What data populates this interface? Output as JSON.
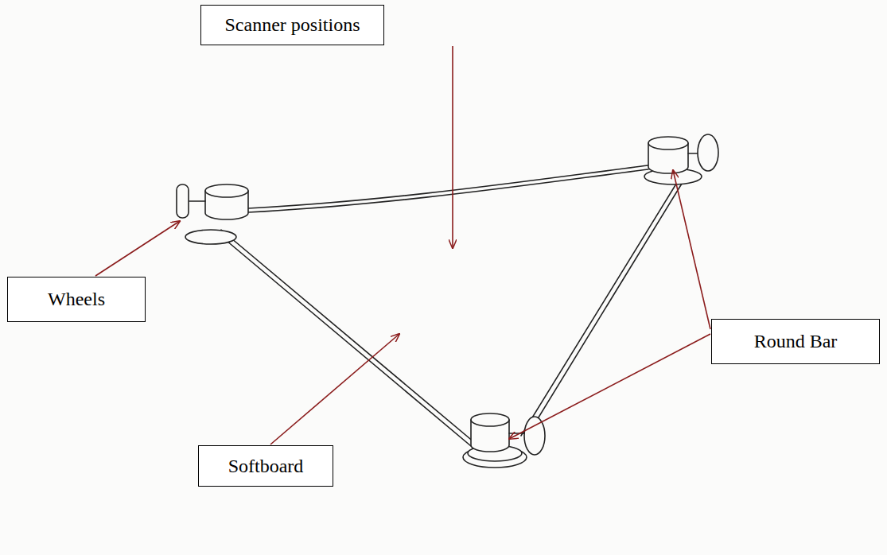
{
  "diagram": {
    "nodes": [
      {
        "text": [
          "Scanner positions"
        ]
      },
      {
        "text": [
          "Wheels"
        ]
      },
      {
        "text": [
          "Round Bar"
        ]
      },
      {
        "text": [
          "Softboard"
        ]
      }
    ]
  }
}
